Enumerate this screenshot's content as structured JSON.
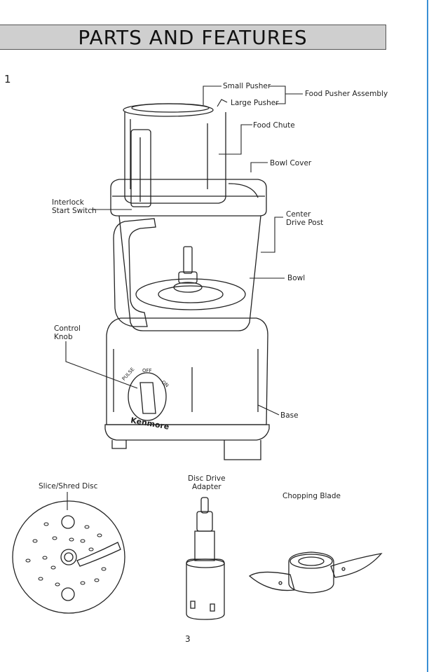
{
  "page": {
    "title": "PARTS AND FEATURES",
    "section_number": "1",
    "page_number": "3"
  },
  "labels": {
    "small_pusher": "Small Pusher",
    "large_pusher": "Large Pusher",
    "food_pusher_assembly": "Food Pusher Assembly",
    "food_chute": "Food Chute",
    "bowl_cover": "Bowl Cover",
    "interlock_start_switch": "Interlock\nStart Switch",
    "center_drive_post": "Center\nDrive Post",
    "bowl": "Bowl",
    "control_knob": "Control\nKnob",
    "base": "Base",
    "slice_shred_disc": "Slice/Shred Disc",
    "disc_drive_adapter": "Disc Drive\nAdapter",
    "chopping_blade": "Chopping Blade"
  },
  "knob_markings": {
    "pulse": "PULSE",
    "off": "OFF",
    "on": "ON"
  },
  "brand": "Kenmore",
  "colors": {
    "accent_rule": "#3a8fd4",
    "title_bar_bg": "#cfcfcf"
  }
}
